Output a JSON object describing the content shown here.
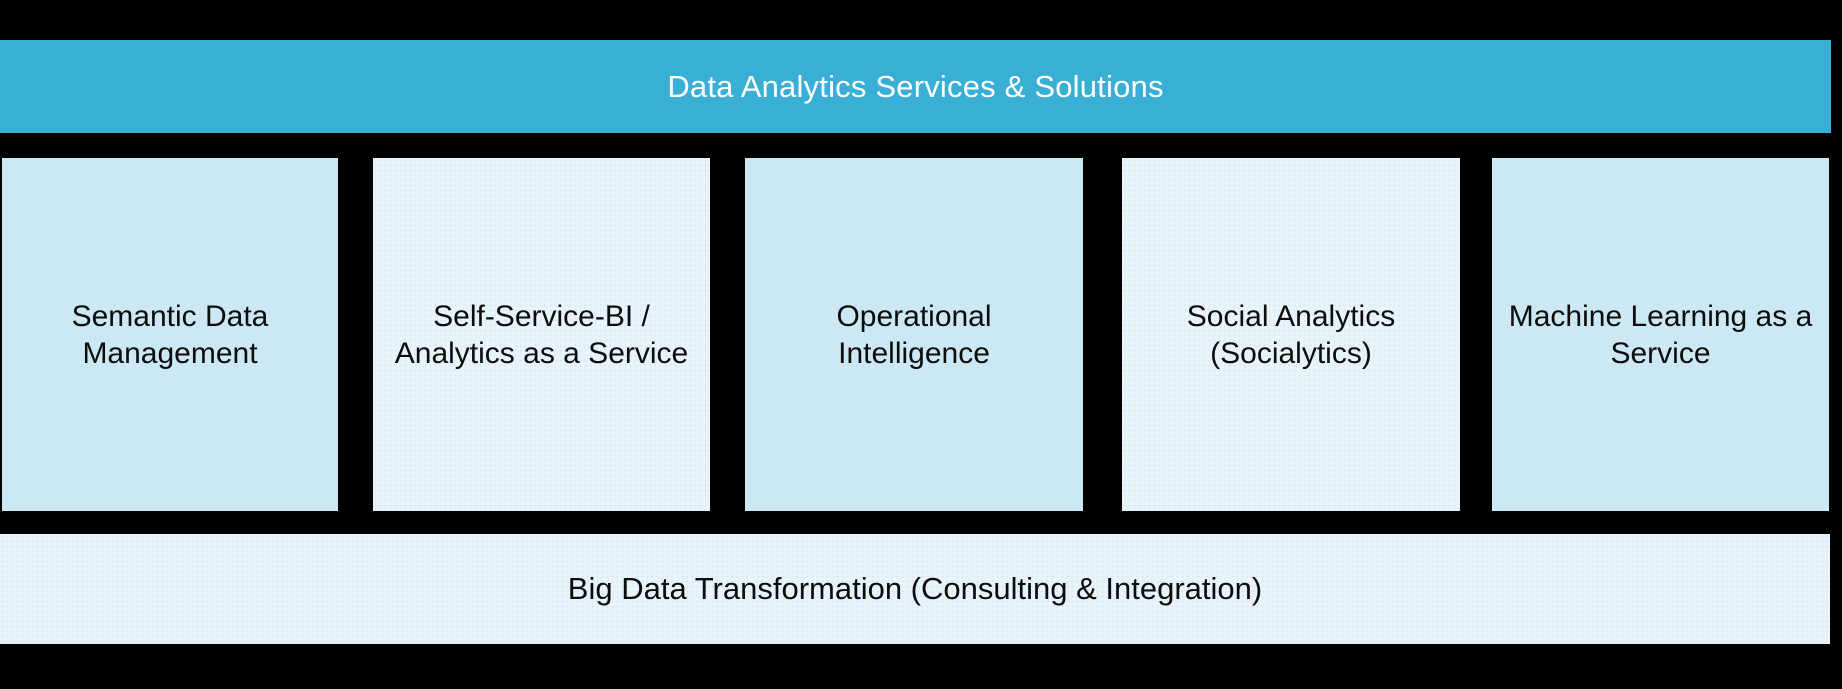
{
  "diagram": {
    "title": "Data Analytics Services & Solutions",
    "services": [
      {
        "label": "Semantic Data Management",
        "lines": [
          "Semantic Data",
          "Management"
        ]
      },
      {
        "label": "Self-Service-BI / Analytics as a Service",
        "lines": [
          "Self-Service-BI /",
          "Analytics as a Service"
        ]
      },
      {
        "label": "Operational Intelligence",
        "lines": [
          "Operational",
          "Intelligence"
        ]
      },
      {
        "label": "Social Analytics (Socialytics)",
        "lines": [
          "Social Analytics",
          "(Socialytics)"
        ]
      },
      {
        "label": "Machine Learning as a Service",
        "lines": [
          "Machine Learning as a",
          "Service"
        ]
      }
    ],
    "foundation": {
      "label": "Big Data Transformation (Consulting & Integration)"
    },
    "colors": {
      "background": "#000000",
      "header_bg": "#3AAFD5",
      "header_text": "#FFFFFF",
      "box_bg": "#CBE8F4",
      "box_alt_bg": "#E9F3FA",
      "foundation_bg": "#E9F3FA",
      "text": "#0D0D0D"
    }
  }
}
